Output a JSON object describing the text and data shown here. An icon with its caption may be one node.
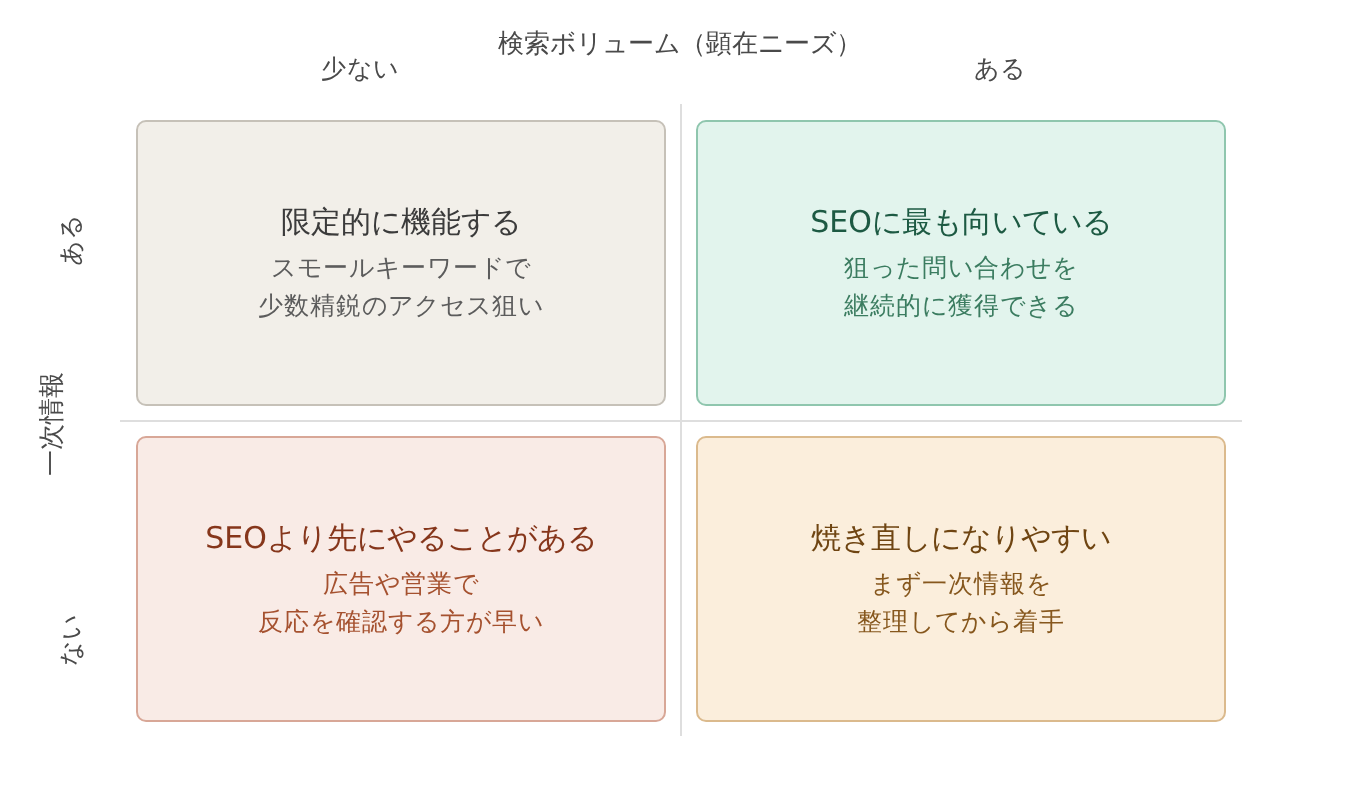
{
  "diagram": {
    "nodes": [
      {
        "text": [
          "限定的に機能する",
          "スモールキーワードで少数精鋭のアクセス狙い"
        ]
      },
      {
        "text": [
          "SEOに最も向いている",
          "狙った問い合わせを継続的に獲得できる"
        ]
      },
      {
        "text": [
          "SEOより先にやることがある",
          "広告や営業で反応を確認する方が早い"
        ]
      },
      {
        "text": [
          "焼き直しになりやすい",
          "まず一次情報を整理してから着手"
        ]
      }
    ],
    "labels": [
      "検索ボリューム（顕在ニーズ）",
      "少ない",
      "ある",
      "ある",
      "一次情報",
      "ない"
    ]
  }
}
